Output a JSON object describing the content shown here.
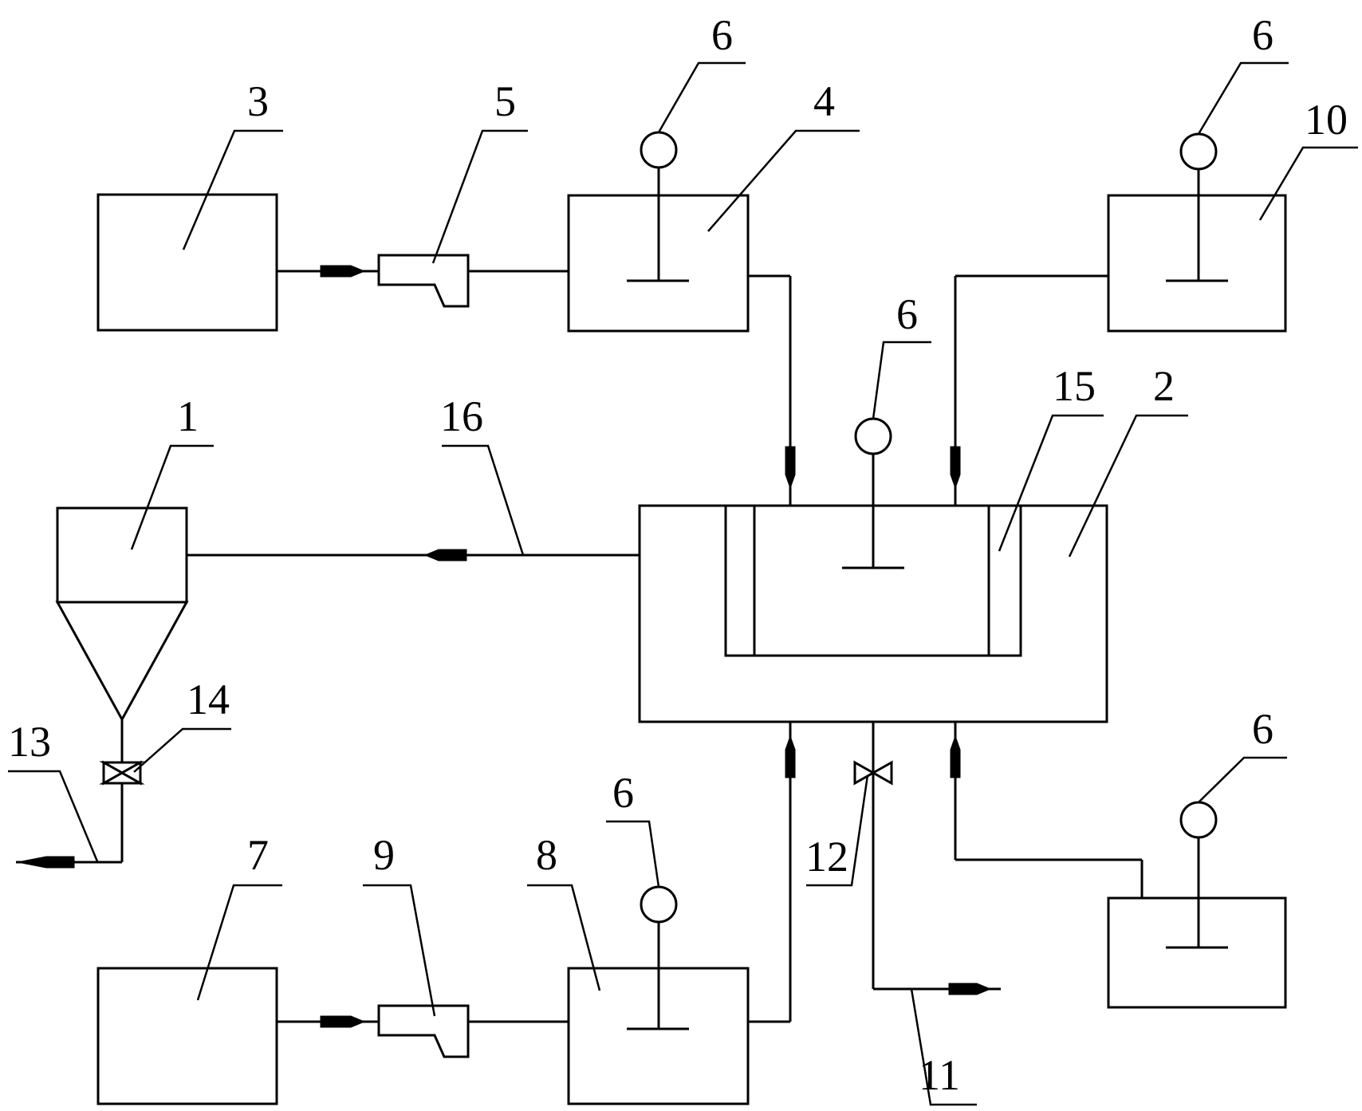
{
  "labels": {
    "l1": "1",
    "l2": "2",
    "l3": "3",
    "l4": "4",
    "l5": "5",
    "l6a": "6",
    "l6b": "6",
    "l6c": "6",
    "l6d": "6",
    "l6e": "6",
    "l7": "7",
    "l8": "8",
    "l9": "9",
    "l10": "10",
    "l11": "11",
    "l12": "12",
    "l13": "13",
    "l14": "14",
    "l15": "15",
    "l16": "16"
  }
}
